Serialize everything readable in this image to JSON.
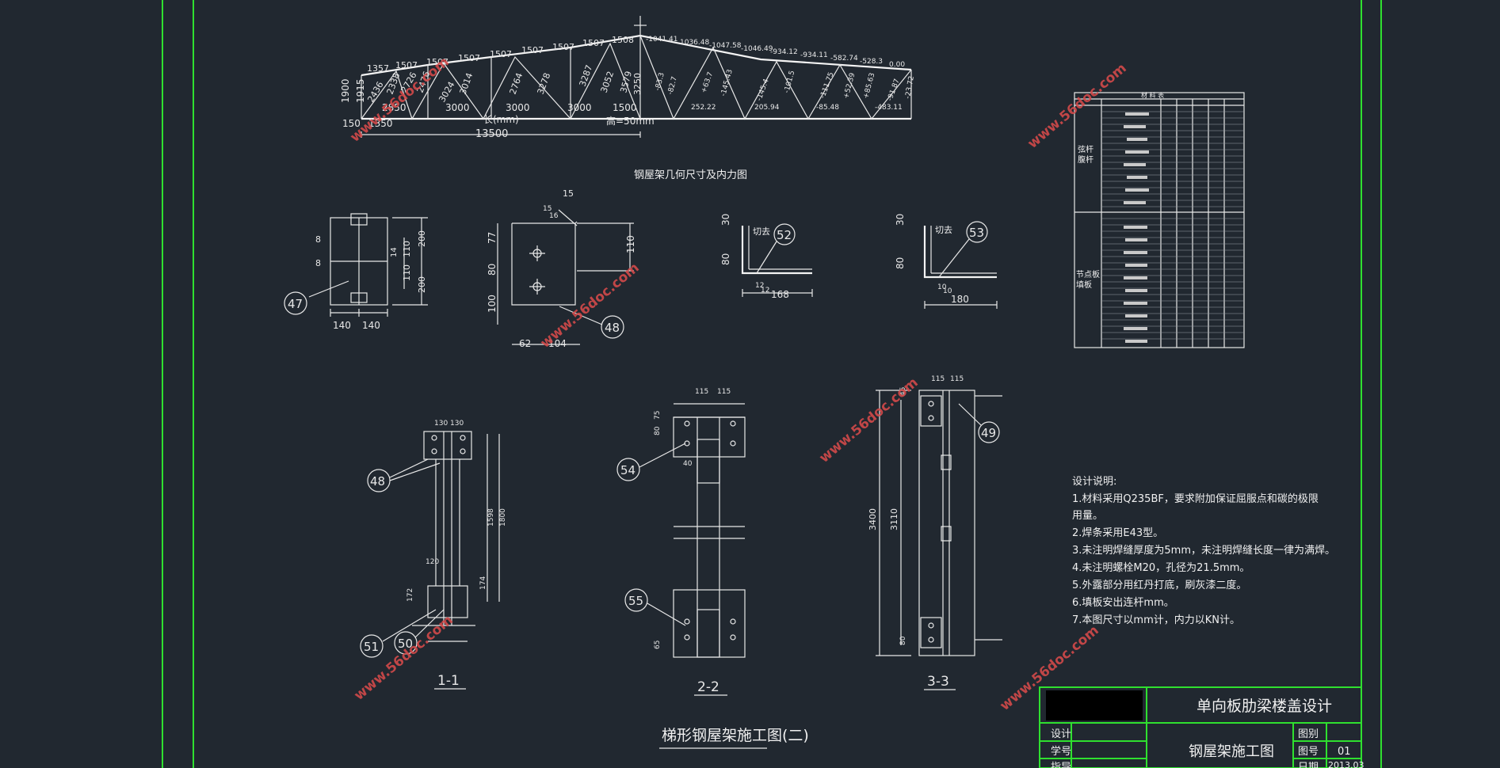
{
  "truss": {
    "caption": "钢屋架几何尺寸及内力图",
    "top_lengths": [
      "1357",
      "1507",
      "1507",
      "1507",
      "1507",
      "1507",
      "1507",
      "1507",
      "1508"
    ],
    "web_lengths": [
      "2436",
      "2338",
      "2726",
      "2476",
      "3024",
      "3014",
      "2764",
      "3278",
      "3287",
      "3052",
      "3579",
      "3250"
    ],
    "bottom_lengths": [
      "2850",
      "3000",
      "3000",
      "3000",
      "1500"
    ],
    "forces_top": [
      "-1041.41",
      "1036.48",
      "-1047.58",
      "-1046.49",
      "-934.12",
      "-934.11",
      "-582.74",
      "-528.3",
      "0.00"
    ],
    "forces_web": [
      "-83.3",
      "-82.7",
      "+63.7",
      "-145.43",
      "-145.4",
      "-101.5",
      "-111.75",
      "+52.39",
      "+85.63",
      "-91.87",
      "-23.72"
    ],
    "forces_bottom": [
      "252.22",
      "205.94",
      "-85.48",
      "-483.11"
    ],
    "left_height": "1900",
    "left_height2": "1915",
    "left_offsets": [
      "150",
      "1350"
    ],
    "unit_note_left": "长(mm)",
    "unit_note_right": "高=50mm",
    "span": "13500",
    "mid_height": "3250"
  },
  "parts": {
    "p47": {
      "label": "47",
      "dims": [
        "200",
        "200",
        "110",
        "110",
        "140",
        "140",
        "8",
        "8",
        "14"
      ]
    },
    "p48": {
      "label": "48",
      "dims": [
        "77",
        "80",
        "100",
        "62",
        "104",
        "110",
        "15",
        "15",
        "16"
      ]
    },
    "p52": {
      "label": "52",
      "dims": [
        "30",
        "80",
        "168",
        "12",
        "12"
      ],
      "note": "切去"
    },
    "p53": {
      "label": "53",
      "dims": [
        "30",
        "80",
        "180",
        "10",
        "10"
      ],
      "note": "切去"
    }
  },
  "sections": {
    "s11": {
      "label": "1-1",
      "balloons": [
        "48",
        "51",
        "50"
      ],
      "dims": [
        "130",
        "130",
        "1800",
        "1598",
        "120",
        "172",
        "174"
      ]
    },
    "s22": {
      "label": "2-2",
      "balloons": [
        "54",
        "55"
      ],
      "dims": [
        "115",
        "115",
        "80",
        "75",
        "40",
        "65"
      ]
    },
    "s33": {
      "label": "3-3",
      "balloons": [
        "49"
      ],
      "dims": [
        "115",
        "115",
        "3400",
        "3110",
        "45",
        "80"
      ]
    }
  },
  "material_table": {
    "title": "材 料 表",
    "group1": "弦杆\n腹杆",
    "group2": "节点板\n填板"
  },
  "notes": {
    "heading": "设计说明:",
    "items": [
      "1.材料采用Q235BF，要求附加保证屈服点和碳的极限",
      "用量。",
      "2.焊条采用E43型。",
      "3.未注明焊缝厚度为5mm，未注明焊缝长度一律为满焊。",
      "4.未注明螺栓M20，孔径为21.5mm。",
      "5.外露部分用红丹打底，刷灰漆二度。",
      "6.填板安出连杆mm。",
      "7.本图尺寸以mm计，内力以KN计。"
    ]
  },
  "drawing_title": "梯形钢屋架施工图(二)",
  "title_block": {
    "project": "单向板肋梁楼盖设计",
    "drawing": "钢屋架施工图",
    "row_labels": [
      "设计",
      "学号",
      "指导"
    ],
    "right_labels": [
      "图别",
      "图号",
      "日期"
    ],
    "drawing_no": "01",
    "date": "2013.03"
  },
  "watermark": "www.56doc.com",
  "colors": {
    "background": "#212830",
    "lines": "#e8e8e8",
    "frame": "#2fe02f",
    "watermark": "#d34a4a"
  }
}
